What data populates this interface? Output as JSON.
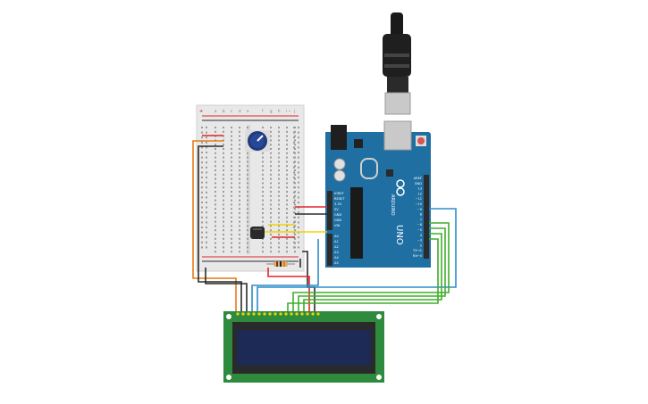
{
  "circuit": {
    "board": {
      "brand_text": "ARDUINO",
      "model_text": "UNO",
      "colors": {
        "board": "#1f6fa3",
        "header": "#2b2b2b",
        "reset": "#d9534f"
      },
      "power_header_labels": [
        "IOREF",
        "RESET",
        "3.3V",
        "5V",
        "GND",
        "GND",
        "VIN"
      ],
      "analog_header_labels": [
        "A0",
        "A1",
        "A2",
        "A3",
        "A4",
        "A5"
      ],
      "digital_header_labels": [
        "AREF",
        "GND",
        "13",
        "12",
        "~11",
        "~10",
        "~9",
        "8",
        "7",
        "~6",
        "~5",
        "4",
        "~3",
        "2",
        "TX→1",
        "RX←0"
      ]
    },
    "lcd": {
      "colors": {
        "pcb": "#2e8b3e",
        "screen": "#1c2a55",
        "bezel": "#2a2a2a"
      }
    },
    "breadboard": {
      "column_letters": [
        "a",
        "b",
        "c",
        "d",
        "e",
        "f",
        "g",
        "h",
        "i",
        "j"
      ],
      "rail_signs": [
        "+",
        "-"
      ]
    },
    "wire_colors": {
      "orange": "#e57c14",
      "black": "#2b2b2b",
      "red": "#e0262a",
      "yellow": "#f0d400",
      "blue": "#2c8ec9",
      "green": "#3fae2a",
      "darkgreen": "#2e8b3e"
    },
    "components": [
      "potentiometer",
      "temperature-sensor",
      "resistor",
      "usb-cable"
    ]
  }
}
